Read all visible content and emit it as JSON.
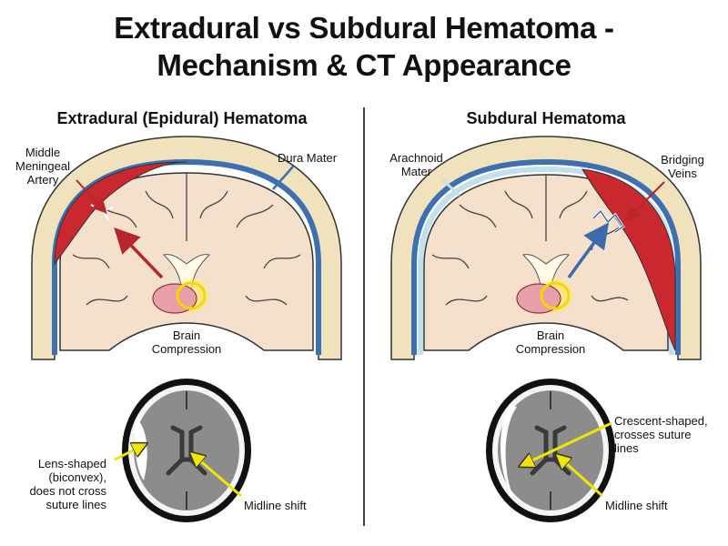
{
  "title": {
    "line1": "Extradural vs Subdural Hematoma -",
    "line2": "Mechanism & CT Appearance"
  },
  "left_panel": {
    "heading": "Extradural (Epidural) Hematoma",
    "labels": {
      "artery": [
        "Middle",
        "Meningeal",
        "Artery"
      ],
      "dura": "Dura Mater",
      "compression": [
        "Brain",
        "Compression"
      ],
      "ct_shape": [
        "Lens-shaped",
        "(biconvex),",
        "does not cross",
        "suture lines"
      ],
      "midline": "Midline shift"
    }
  },
  "right_panel": {
    "heading": "Subdural Hematoma",
    "labels": {
      "arachnoid": [
        "Arachnoid",
        "Mater"
      ],
      "veins": [
        "Bridging",
        "Veins"
      ],
      "compression": [
        "Brain",
        "Compression"
      ],
      "ct_shape": [
        "Crescent-shaped,",
        "crosses suture",
        "lines"
      ],
      "midline": "Midline shift"
    }
  },
  "colors": {
    "skull": "#efe2bd",
    "brain": "#f5e0cc",
    "dura": "#3e6fb0",
    "blood": "#c8282e",
    "arrow_red": "#b8262b",
    "arrow_blue": "#3d6aa8",
    "arrow_yellow": "#f2e600",
    "ct_gray": "#8c8c8c"
  }
}
